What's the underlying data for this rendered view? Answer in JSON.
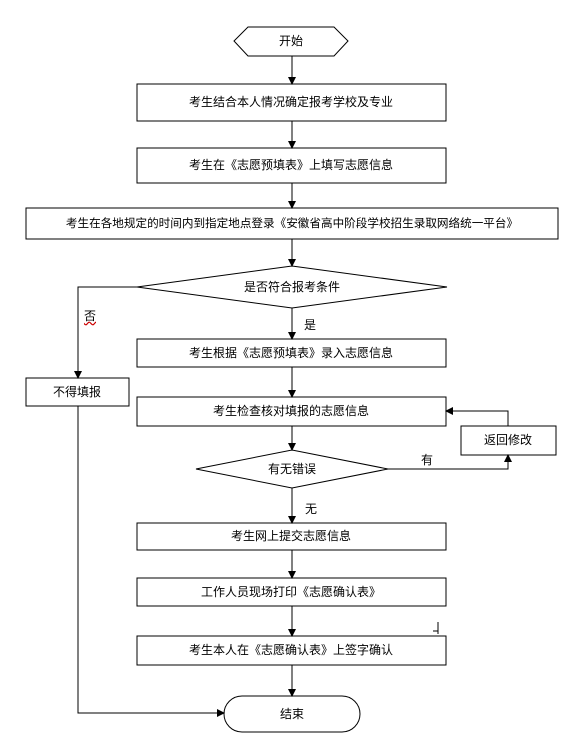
{
  "flow": {
    "start": "开始",
    "step1": "考生结合本人情况确定报考学校及专业",
    "step2": "考生在《志愿预填表》上填写志愿信息",
    "step3": "考生在各地规定的时间内到指定地点登录《安徽省高中阶段学校招生录取网络统一平台》",
    "decision1": "是否符合报考条件",
    "no_label": "否",
    "yes_label": "是",
    "not_allowed": "不得填报",
    "step4": "考生根据《志愿预填表》录入志愿信息",
    "step5": "考生检查核对填报的志愿信息",
    "decision2": "有无错误",
    "has_label": "有",
    "none_label": "无",
    "revise": "返回修改",
    "step6": "考生网上提交志愿信息",
    "step7": "工作人员现场打印《志愿确认表》",
    "step8": "考生本人在《志愿确认表》上签字确认",
    "end": "结束"
  }
}
